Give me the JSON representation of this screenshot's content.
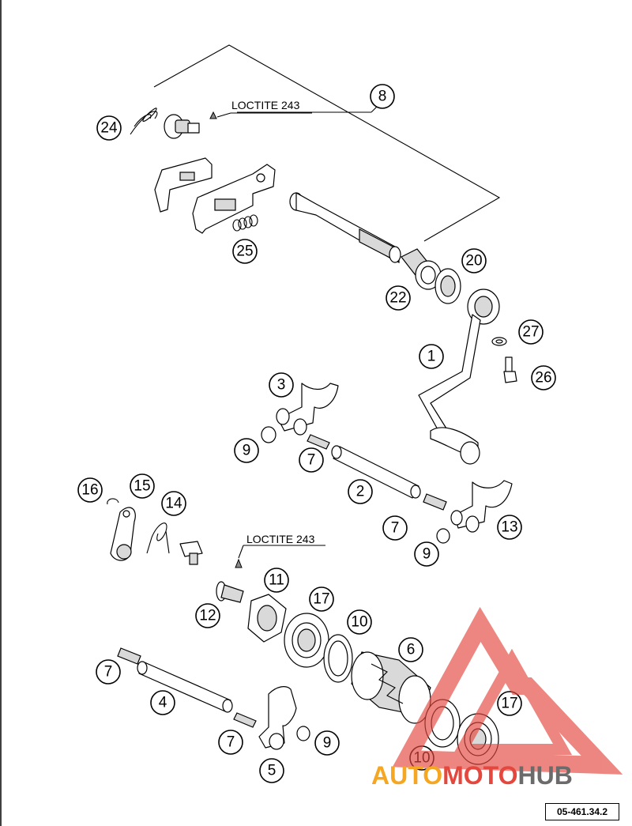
{
  "loctite_labels": [
    "LOCTITE 243",
    "LOCTITE 243"
  ],
  "callouts": {
    "c1": "1",
    "c2": "2",
    "c3": "3",
    "c4": "4",
    "c5": "5",
    "c6": "6",
    "c7a": "7",
    "c7b": "7",
    "c7c": "7",
    "c7d": "7",
    "c8": "8",
    "c9a": "9",
    "c9b": "9",
    "c9c": "9",
    "c10a": "10",
    "c10b": "10",
    "c11": "11",
    "c12": "12",
    "c13": "13",
    "c14": "14",
    "c15": "15",
    "c16": "16",
    "c17a": "17",
    "c17b": "17",
    "c20": "20",
    "c22": "22",
    "c24": "24",
    "c25": "25",
    "c26": "26",
    "c27": "27"
  },
  "reference_code": "05-461.34.2",
  "watermark": {
    "part1": "AUTO",
    "part2": "MOTO",
    "part3": "HUB",
    "color1": "#f5a623",
    "color2": "#e4473d",
    "color3": "#6b6b6b"
  }
}
